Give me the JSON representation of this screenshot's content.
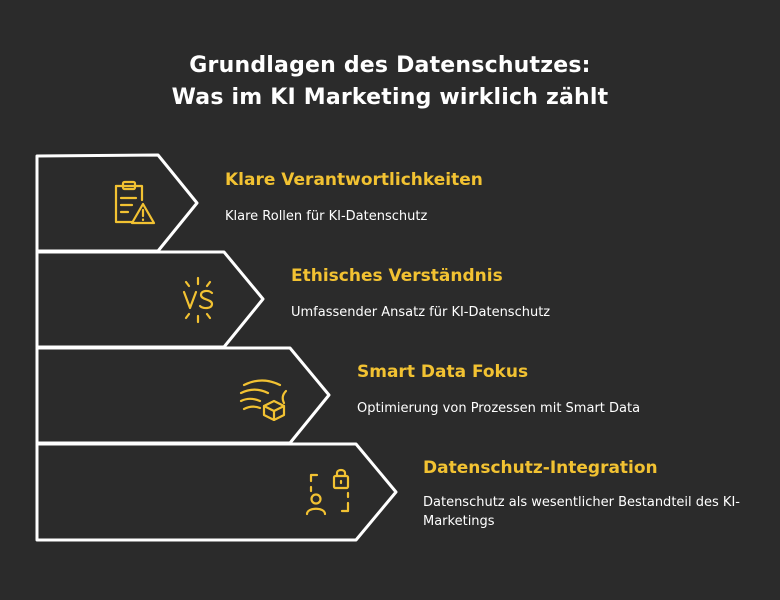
{
  "title": {
    "line1": "Grundlagen des Datenschutzes:",
    "line2": "Was im KI Marketing wirklich zählt"
  },
  "colors": {
    "background": "#2b2b2b",
    "accent": "#f2c232",
    "outline": "#ffffff",
    "text": "#ffffff"
  },
  "steps": [
    {
      "heading": "Klare Verantwortlichkeiten",
      "description": "Klare Rollen für KI-Datenschutz",
      "icon": "clipboard-warning-icon"
    },
    {
      "heading": "Ethisches Verständnis",
      "description": "Umfassender Ansatz für KI-Datenschutz",
      "icon": "versus-icon"
    },
    {
      "heading": "Smart Data Fokus",
      "description": "Optimierung von Prozessen mit Smart Data",
      "icon": "data-flow-cube-icon"
    },
    {
      "heading": "Datenschutz-Integration",
      "description": "Datenschutz als wesentlicher Bestandteil des KI-Marketings",
      "icon": "user-lock-icon"
    }
  ]
}
